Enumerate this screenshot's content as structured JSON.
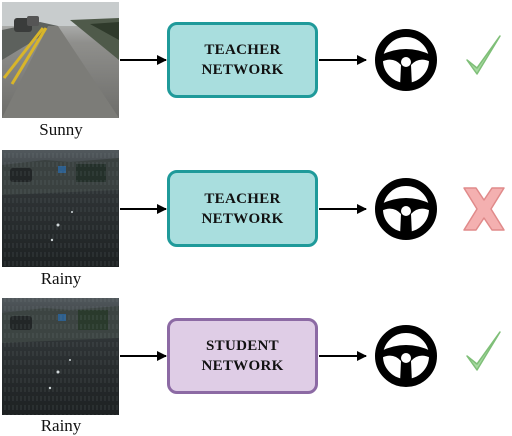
{
  "rows": [
    {
      "caption": "Sunny",
      "network_line1": "TEACHER",
      "network_line2": "NETWORK",
      "network_type": "teacher",
      "result": "check-icon"
    },
    {
      "caption": "Rainy",
      "network_line1": "TEACHER",
      "network_line2": "NETWORK",
      "network_type": "teacher",
      "result": "cross-icon"
    },
    {
      "caption": "Rainy",
      "network_line1": "STUDENT",
      "network_line2": "NETWORK",
      "network_type": "student",
      "result": "check-icon"
    }
  ],
  "colors": {
    "teacher_fill": "#a9dede",
    "teacher_border": "#1f9a9a",
    "student_fill": "#dfcde6",
    "student_border": "#8c6aa4",
    "check": "#9fd39a",
    "cross": "#f2a9a9"
  }
}
